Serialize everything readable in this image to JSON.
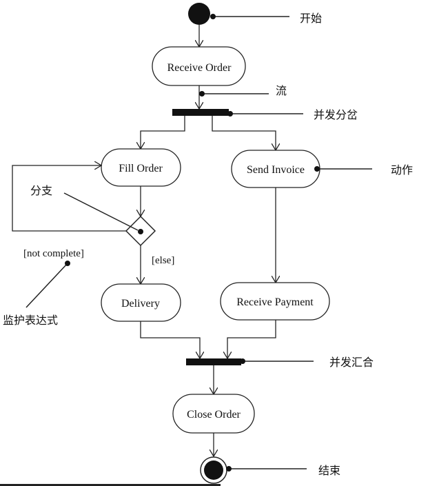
{
  "nodes": {
    "receive_order": "Receive Order",
    "fill_order": "Fill Order",
    "send_invoice": "Send Invoice",
    "delivery": "Delivery",
    "receive_payment": "Receive Payment",
    "close_order": "Close Order"
  },
  "guards": {
    "not_complete": "[not complete]",
    "else": "[else]"
  },
  "annotations": {
    "start": "开始",
    "flow": "流",
    "fork": "并发分岔",
    "action": "动作",
    "branch": "分支",
    "guard_expression": "监护表达式",
    "join": "并发汇合",
    "end": "结束"
  },
  "colors": {
    "stroke": "#222222",
    "fill": "#ffffff",
    "bar": "#111111"
  }
}
